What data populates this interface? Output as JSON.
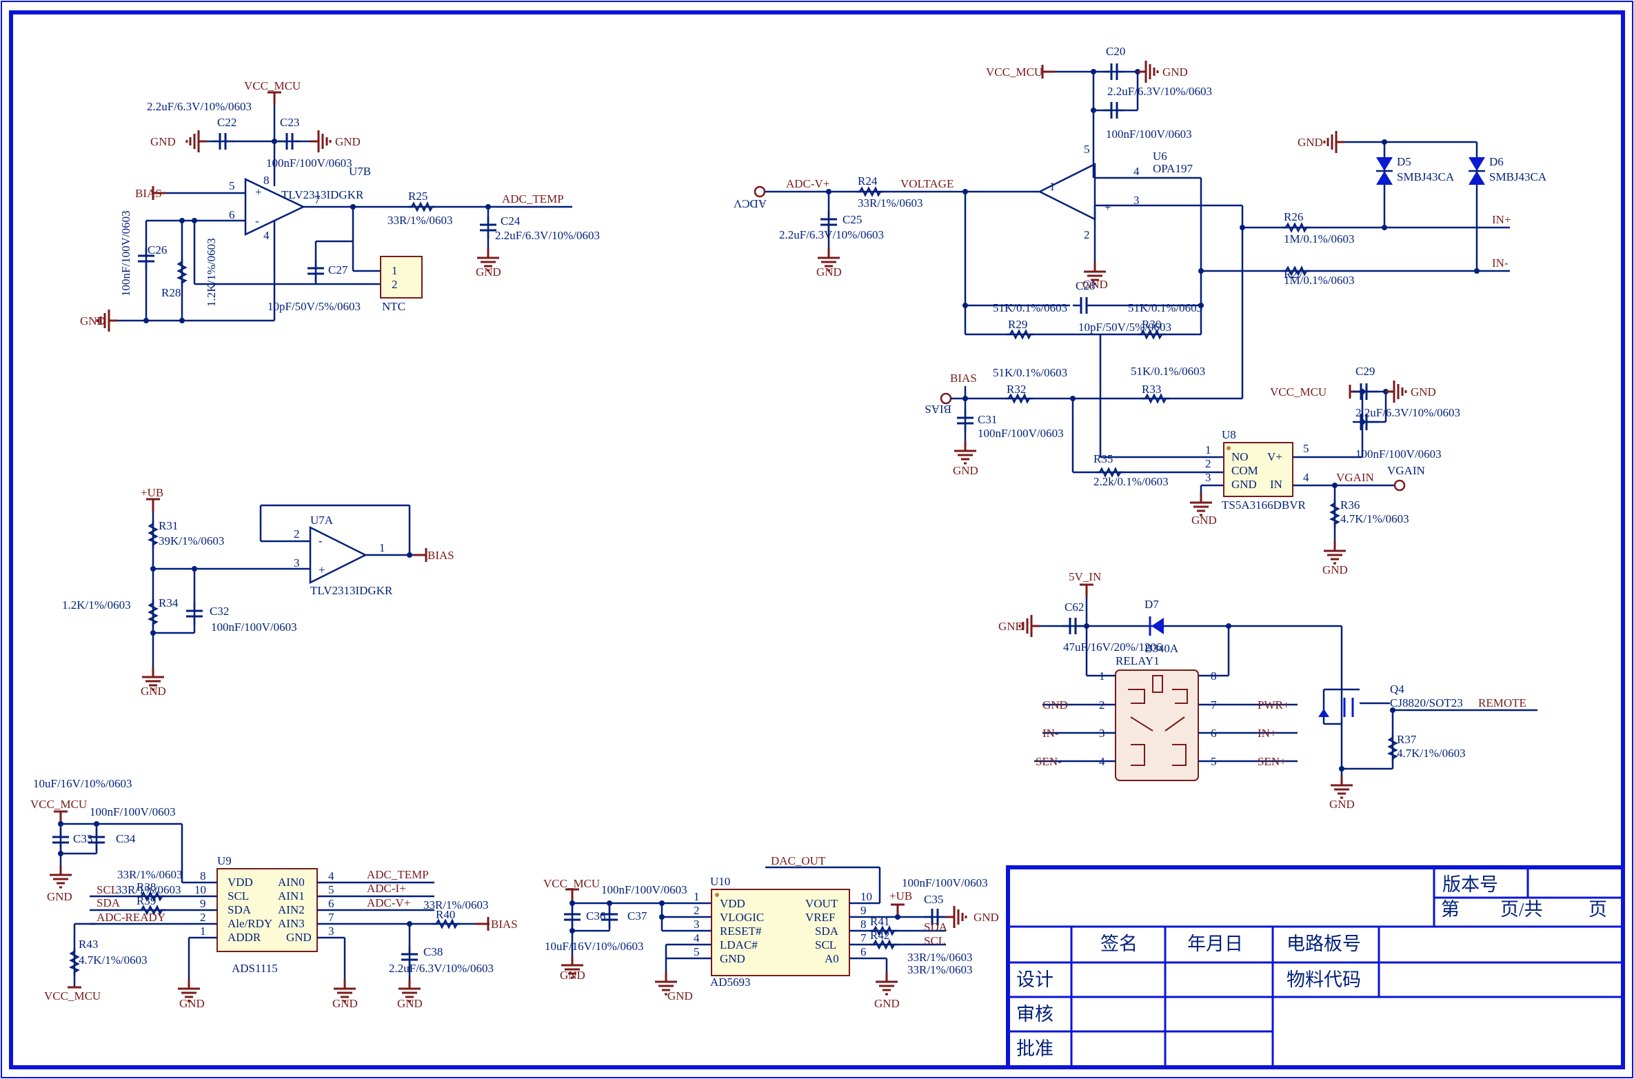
{
  "parts": {
    "U7B": {
      "ref": "U7B",
      "part": "TLV2313IDGKR",
      "pins": [
        "5",
        "6",
        "7",
        "8",
        "4"
      ],
      "plus": "+",
      "minus": "-"
    },
    "U7A": {
      "ref": "U7A",
      "part": "TLV2313IDGKR",
      "pins": [
        "2",
        "3",
        "1"
      ],
      "plus": "+",
      "minus": "-"
    },
    "U6": {
      "ref": "U6",
      "part": "OPA197",
      "pins": [
        "1",
        "2",
        "3",
        "4",
        "5"
      ],
      "plus": "+",
      "minus": "-"
    },
    "U8": {
      "ref": "U8",
      "part": "TS5A3166DBVR",
      "left": [
        "NO",
        "COM",
        "GND"
      ],
      "right": [
        "V+",
        "IN"
      ],
      "pins_left": [
        "1",
        "2",
        "3"
      ],
      "pins_right": [
        "5",
        "4"
      ]
    },
    "U9": {
      "ref": "U9",
      "part": "ADS1115",
      "left": [
        "VDD",
        "SCL",
        "SDA",
        "Ale/RDY",
        "ADDR"
      ],
      "right": [
        "AIN0",
        "AIN1",
        "AIN2",
        "AIN3",
        "GND"
      ],
      "pins_left": [
        "8",
        "10",
        "9",
        "2",
        "1"
      ],
      "pins_right": [
        "4",
        "5",
        "6",
        "7",
        "3"
      ]
    },
    "U10": {
      "ref": "U10",
      "part": "AD5693",
      "left": [
        "VDD",
        "VLOGIC",
        "RESET#",
        "LDAC#",
        "GND"
      ],
      "right": [
        "VOUT",
        "VREF",
        "SDA",
        "SCL",
        "A0"
      ],
      "pins_left": [
        "1",
        "2",
        "3",
        "4",
        "5"
      ],
      "pins_right": [
        "10",
        "9",
        "8",
        "7",
        "6"
      ]
    },
    "NTC": {
      "part": "NTC",
      "pins": [
        "1",
        "2"
      ]
    },
    "RELAY1": {
      "ref": "RELAY1",
      "pins": [
        "1",
        "2",
        "3",
        "4",
        "8",
        "7",
        "6",
        "5"
      ]
    },
    "D5": {
      "ref": "D5",
      "part": "SMBJ43CA"
    },
    "D6": {
      "ref": "D6",
      "part": "SMBJ43CA"
    },
    "D7": {
      "ref": "D7",
      "part": "B340A"
    },
    "Q4": {
      "ref": "Q4",
      "part": "CJ8820/SOT23"
    }
  },
  "components": {
    "C22": {
      "ref": "C22",
      "val": "2.2uF/6.3V/10%/0603"
    },
    "C23": {
      "ref": "C23",
      "val": "100nF/100V/0603"
    },
    "C26": {
      "ref": "C26",
      "val": "100nF/100V/0603"
    },
    "R28": {
      "ref": "R28",
      "val": "1.2K/1%/0603"
    },
    "C27": {
      "ref": "C27",
      "val": "10pF/50V/5%/0603"
    },
    "R25": {
      "ref": "R25",
      "val": "33R/1%/0603"
    },
    "C24": {
      "ref": "C24",
      "val": "2.2uF/6.3V/10%/0603"
    },
    "R31": {
      "ref": "R31",
      "val": "39K/1%/0603"
    },
    "R34": {
      "ref": "R34",
      "val": "1.2K/1%/0603"
    },
    "C32": {
      "ref": "C32",
      "val": "100nF/100V/0603"
    },
    "C20": {
      "ref": "C20",
      "val": "2.2uF/6.3V/10%/0603"
    },
    "C21": {
      "ref": "",
      "val": "100nF/100V/0603"
    },
    "R24": {
      "ref": "R24",
      "val": "33R/1%/0603"
    },
    "C25": {
      "ref": "C25",
      "val": "2.2uF/6.3V/10%/0603"
    },
    "R26": {
      "ref": "R26",
      "val": "1M/0.1%/0603"
    },
    "R27": {
      "ref": "R27",
      "val": "1M/0.1%/0603"
    },
    "C28": {
      "ref": "C28",
      "val": "10pF/50V/5%/0603"
    },
    "R29": {
      "ref": "R29",
      "val": "51K/0.1%/0603"
    },
    "R30": {
      "ref": "R30",
      "val": "51K/0.1%/0603"
    },
    "R32": {
      "ref": "R32",
      "val": "51K/0.1%/0603"
    },
    "R33": {
      "ref": "R33",
      "val": "51K/0.1%/0603"
    },
    "C31": {
      "ref": "C31",
      "val": "100nF/100V/0603"
    },
    "R35": {
      "ref": "R35",
      "val": "2.2k/0.1%/0603"
    },
    "C29": {
      "ref": "C29",
      "val": "2.2uF/6.3V/10%/0603"
    },
    "C30": {
      "ref": "",
      "val": "100nF/100V/0603"
    },
    "R36": {
      "ref": "R36",
      "val": "4.7K/1%/0603"
    },
    "C62": {
      "ref": "C62",
      "val": "47uF/16V/20%/1206"
    },
    "R37": {
      "ref": "R37",
      "val": "4.7K/1%/0603"
    },
    "C33": {
      "ref": "C33",
      "val": "10uF/16V/10%/0603"
    },
    "C34": {
      "ref": "C34",
      "val": "100nF/100V/0603"
    },
    "R38": {
      "ref": "R38",
      "val": "33R/1%/0603"
    },
    "R39": {
      "ref": "R39",
      "val": "33R/1%/0603"
    },
    "R40": {
      "ref": "R40",
      "val": "33R/1%/0603"
    },
    "C38": {
      "ref": "C38",
      "val": "2.2uF/6.3V/10%/0603"
    },
    "R43": {
      "ref": "R43",
      "val": "4.7K/1%/0603"
    },
    "C36": {
      "ref": "C36",
      "val": "10uF/16V/10%/0603"
    },
    "C37": {
      "ref": "C37",
      "val": "100nF/100V/0603"
    },
    "C35": {
      "ref": "C35",
      "val": "100nF/100V/0603"
    },
    "R41": {
      "ref": "R41",
      "val": "33R/1%/0603"
    },
    "R42": {
      "ref": "R42",
      "val": "33R/1%/0603"
    }
  },
  "nets": {
    "vcc_mcu": "VCC_MCU",
    "gnd": "GND",
    "bias": "BIAS",
    "adc_temp": "ADC_TEMP",
    "ub": "+UB",
    "adc_vp": "ADC-V+",
    "adc_ip": "ADC-I+",
    "adc_ready": "ADC-READY",
    "voltage": "VOLTAGE",
    "in_p": "IN+",
    "in_n": "IN-",
    "vgain": "VGAIN",
    "v5_in": "5V_IN",
    "pwr_p": "PWR+",
    "sen_p": "SEN+",
    "sen_n": "SEN-",
    "remote": "REMOTE",
    "dac_out": "DAC_OUT",
    "scl": "SCL",
    "sda": "SDA",
    "adcv_port": "ADCV",
    "bias_port": "BIAS",
    "vgain_port": "VGAIN"
  },
  "title_block": {
    "version": "版本号",
    "page_prefix": "第",
    "page_mid": "页/共",
    "page_suffix": "页",
    "sign": "签名",
    "date": "年月日",
    "board_no": "电路板号",
    "design": "设计",
    "material_code": "物料代码",
    "review": "审核",
    "approve": "批准"
  },
  "colors": {
    "wire": "#001f7a",
    "power": "#7a1a1a",
    "ic_fill": "#fdfbd6",
    "border": "#0a14d8"
  }
}
